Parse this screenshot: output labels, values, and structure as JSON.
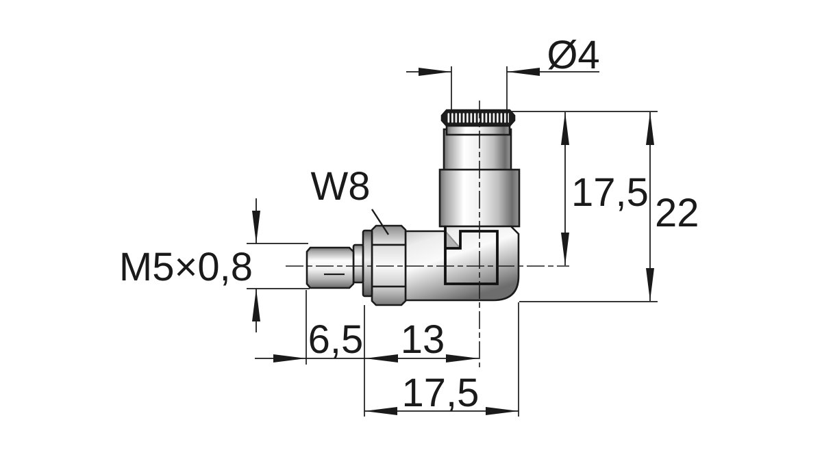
{
  "drawing": {
    "kind": "technical-dimension-drawing",
    "background": "#ffffff",
    "line_color": "#1a1a1a",
    "knurl_color": "#1d1d1d",
    "metal_light": "#fafafa",
    "metal_dark": "#6f6f6f"
  },
  "labels": {
    "tube_diameter": "Ø4",
    "thread_size": "M5×0,8",
    "wrench_size": "W8",
    "height_to_axis": "17,5",
    "overall_height": "22",
    "stud_length": "6,5",
    "axis_offset": "13",
    "overall_length": "17,5"
  }
}
